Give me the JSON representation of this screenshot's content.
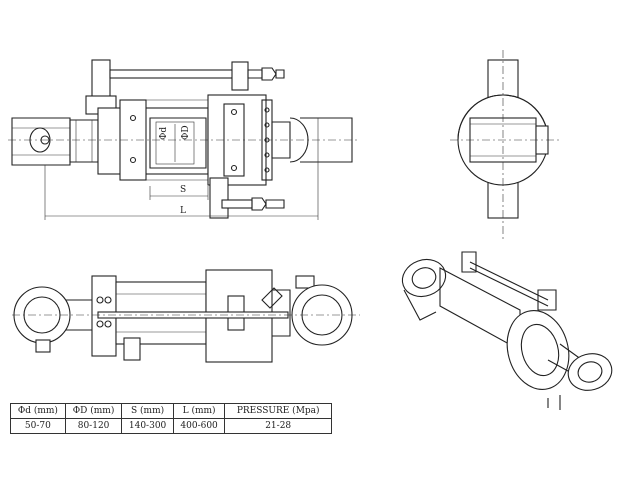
{
  "labels": {
    "phi_d": "Φd",
    "phi_D": "ΦD",
    "stroke": "S",
    "length": "L"
  },
  "spec_table": {
    "headers": [
      "Φd (mm)",
      "ΦD (mm)",
      "S (mm)",
      "L (mm)",
      "PRESSURE (Mpa)"
    ],
    "values": [
      "50-70",
      "80-120",
      "140-300",
      "400-600",
      "21-28"
    ]
  }
}
